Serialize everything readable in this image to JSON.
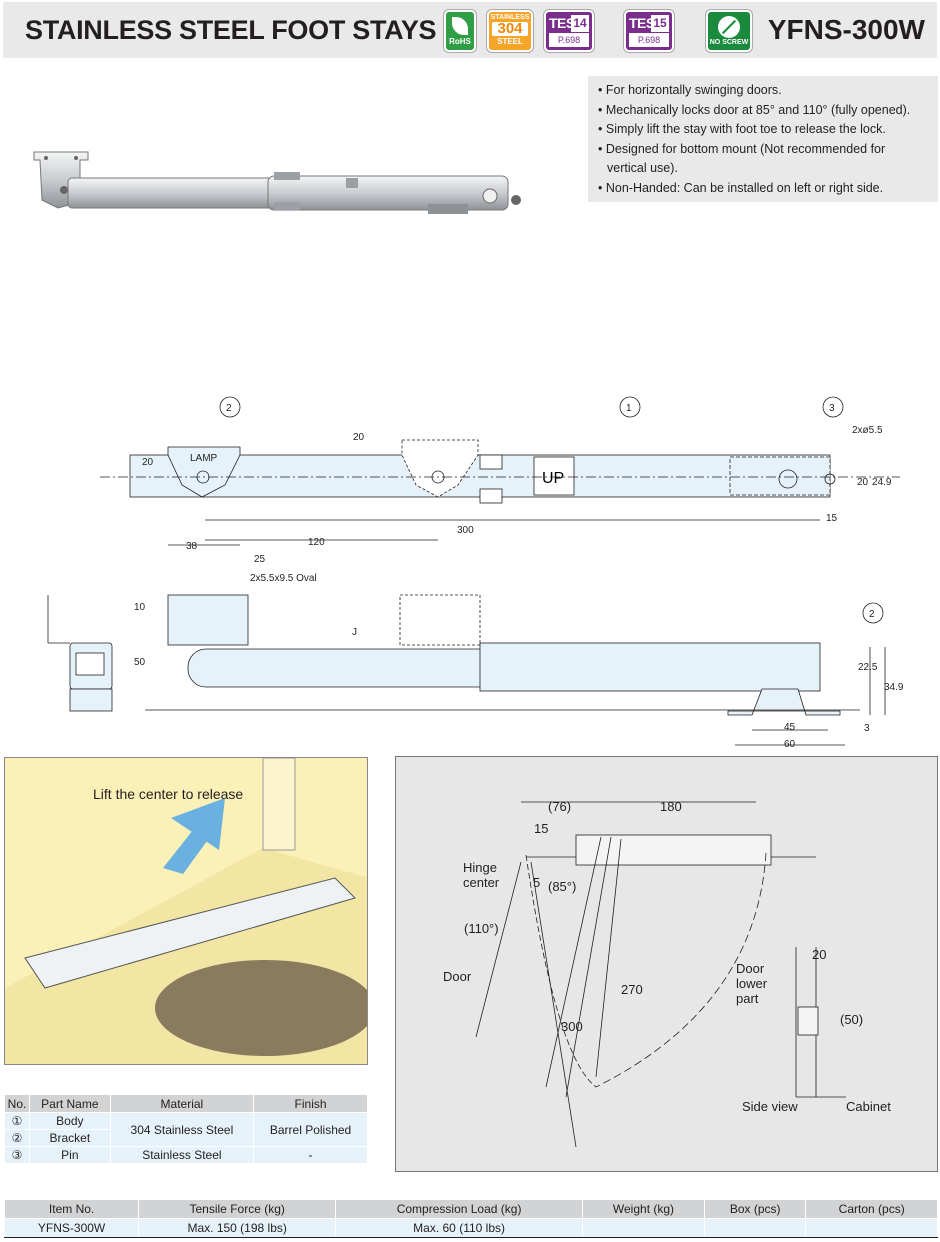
{
  "header": {
    "title": "STAINLESS STEEL FOOT STAYS",
    "model": "YFNS-300W",
    "badges": {
      "rohs": "RoHS",
      "steel_top": "STAINLESS",
      "steel_mid": "304",
      "steel_bottom": "STEEL",
      "test1_label": "TEST",
      "test1_num": "14",
      "test1_page": "P.698",
      "test2_label": "TEST",
      "test2_num": "15",
      "test2_page": "P.698",
      "noscrew": "NO SCREW"
    }
  },
  "features": [
    "For horizontally swinging doors.",
    "Mechanically locks door at 85° and 110° (fully opened).",
    "Simply lift the stay with foot toe to release the lock.",
    "Designed for bottom mount (Not recommended for vertical use).",
    "Non-Handed: Can be installed on left or right side."
  ],
  "drawing": {
    "callouts": [
      "1",
      "2",
      "3",
      "2"
    ],
    "dims": {
      "d20a": "20",
      "d20b": "20",
      "d2x55": "2xø5.5",
      "d20c": "20",
      "d249": "24.9",
      "d15": "15",
      "d300": "300",
      "d120": "120",
      "d38": "38",
      "d25": "25",
      "doval": "2x5.5x9.5 Oval",
      "d10": "10",
      "dJ": "J",
      "d50": "50",
      "d225": "22.5",
      "d349": "34.9",
      "d45": "45",
      "d60": "60",
      "d3": "3",
      "lamp": "LAMP",
      "up": "UP"
    }
  },
  "illustration": {
    "label": "Lift the center to release"
  },
  "diagram": {
    "d76": "(76)",
    "d180": "180",
    "d15": "15",
    "hinge": "Hinge center",
    "d5": "5",
    "a85": "(85°)",
    "a110": "(110°)",
    "door": "Door",
    "d300": "300",
    "d270": "270",
    "d20": "20",
    "door_lower": "Door lower part",
    "d50": "(50)",
    "side_view": "Side view",
    "cabinet": "Cabinet"
  },
  "parts_table": {
    "headers": [
      "No.",
      "Part Name",
      "Material",
      "Finish"
    ],
    "rows": [
      {
        "no": "①",
        "name": "Body"
      },
      {
        "no": "②",
        "name": "Bracket"
      },
      {
        "no": "③",
        "name": "Pin",
        "material": "Stainless Steel",
        "finish": "-"
      }
    ],
    "shared_material": "304 Stainless Steel",
    "shared_finish": "Barrel Polished"
  },
  "spec_table": {
    "headers": [
      "Item No.",
      "Tensile Force (kg)",
      "Compression Load (kg)",
      "Weight (kg)",
      "Box (pcs)",
      "Carton (pcs)"
    ],
    "row": [
      "YFNS-300W",
      "Max. 150 (198 lbs)",
      "Max. 60 (110 lbs)",
      "",
      "",
      ""
    ]
  }
}
